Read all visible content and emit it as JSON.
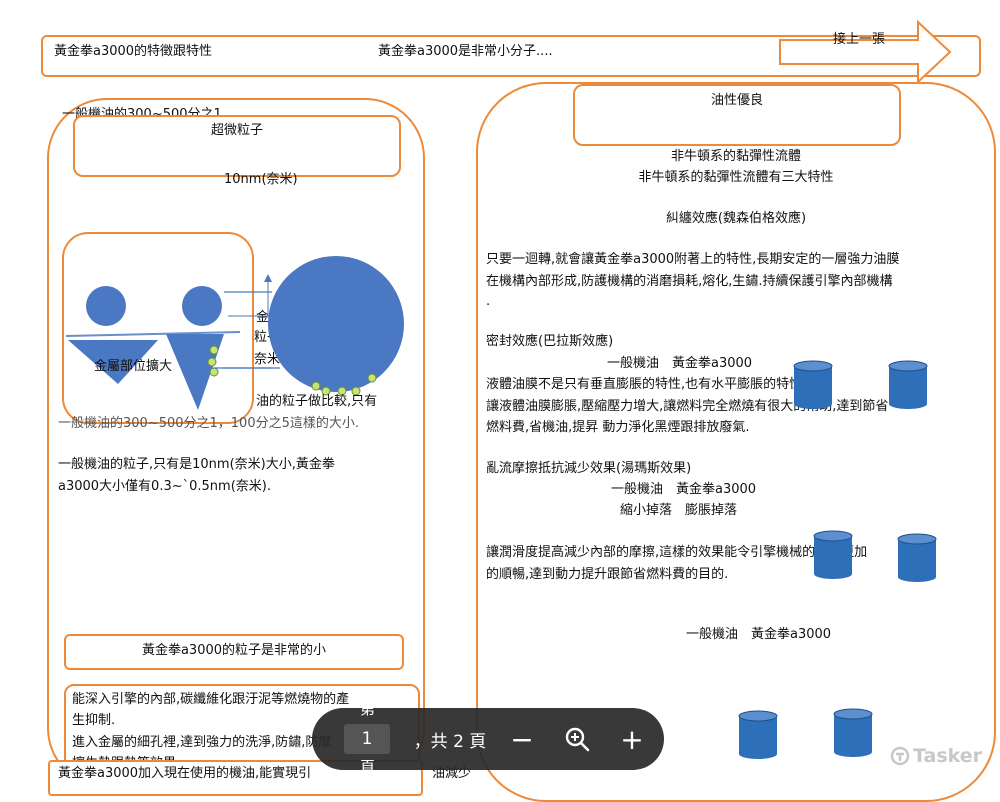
{
  "header": {
    "left_title": "黃金拳a3000的特徵跟特性",
    "center_text": "黃金拳a3000是非常小分子....",
    "next_label": "接上一張"
  },
  "left": {
    "overflow_top": "一般機油的300~500分之1",
    "heading": "超微粒子",
    "unit_label": "10nm(奈米)",
    "diagram_label": "金屬部位擴大",
    "partial_right_1": "金",
    "partial_right_2": "粒子",
    "partial_right_3": "奈米",
    "paragraph1_line1": "油的粒子做比較,只有",
    "paragraph1_line2": "一般機油的300~500分之1，100分之5這樣的大小.",
    "paragraph2_line1": "一般機油的粒子,只有是10nm(奈米)大小,黃金拳",
    "paragraph2_line2": "a3000大小僅有0.3~`0.5nm(奈米).",
    "small_heading": "黃金拳a3000的粒子是非常的小",
    "bottom_line1": "能深入引擎的內部,碳纖維化跟汙泥等燃燒物的產",
    "bottom_line2": "生抑制.",
    "bottom_line3": "進入金屬的細孔裡,達到強力的洗淨,防鏽,防摩",
    "bottom_line4": "擦生熱跟熱等效果",
    "footer_partial": "黃金拳a3000加入現在使用的機油,能實現引",
    "footer_partial_right": "油減少"
  },
  "right": {
    "heading": "油性優良",
    "line_a": "非牛頓系的黏彈性流體",
    "line_b": "非牛頓系的黏彈性流體有三大特性",
    "effect1_title": "糾纏效應(魏森伯格效應)",
    "effect1_line1": "只要一迴轉,就會讓黃金拳a3000附著上的特性,長期安定的一層強力油膜",
    "effect1_line2": "在機構內部形成,防護機構的消磨損耗,熔化,生鏽.持續保護引擎內部機構",
    "effect1_line3": ".",
    "effect2_title": "密封效應(巴拉斯效應)",
    "effect2_sub": "一般機油　黃金拳a3000",
    "effect2_line1": "液體油膜不是只有垂直膨脹的特性,也有水平膨脹的特性.",
    "effect2_line2": "讓液體油膜膨脹,壓縮壓力增大,讓燃料完全燃燒有很大的幫助,達到節省",
    "effect2_line3": "燃料費,省機油,提昇 動力淨化黑煙跟排放廢氣.",
    "effect3_title": "亂流摩擦抵抗減少效果(湯瑪斯效果)",
    "effect3_sub": "一般機油　黃金拳a3000",
    "effect3_sub2": "縮小掉落　膨脹掉落",
    "effect3_line1": "讓潤滑度提高減少內部的摩擦,這樣的效果能令引擎機械的運作更加",
    "effect3_line2": "的順暢,達到動力提升跟節省燃料費的目的.",
    "bottom_sub": "一般機油　黃金拳a3000"
  },
  "toolbar": {
    "page_prefix": "第",
    "page_current": "1",
    "page_suffix": "頁",
    "page_total": "，共 2 頁",
    "zoom_out": "−",
    "zoom_icon": "magnifier-icon",
    "zoom_in": "+"
  },
  "watermark": "Tasker",
  "colors": {
    "orange": "#ec8a3a",
    "blue": "#4a78c2",
    "dark_blue": "#2d5fa6",
    "toolbar_bg": "#2a2a2a"
  }
}
